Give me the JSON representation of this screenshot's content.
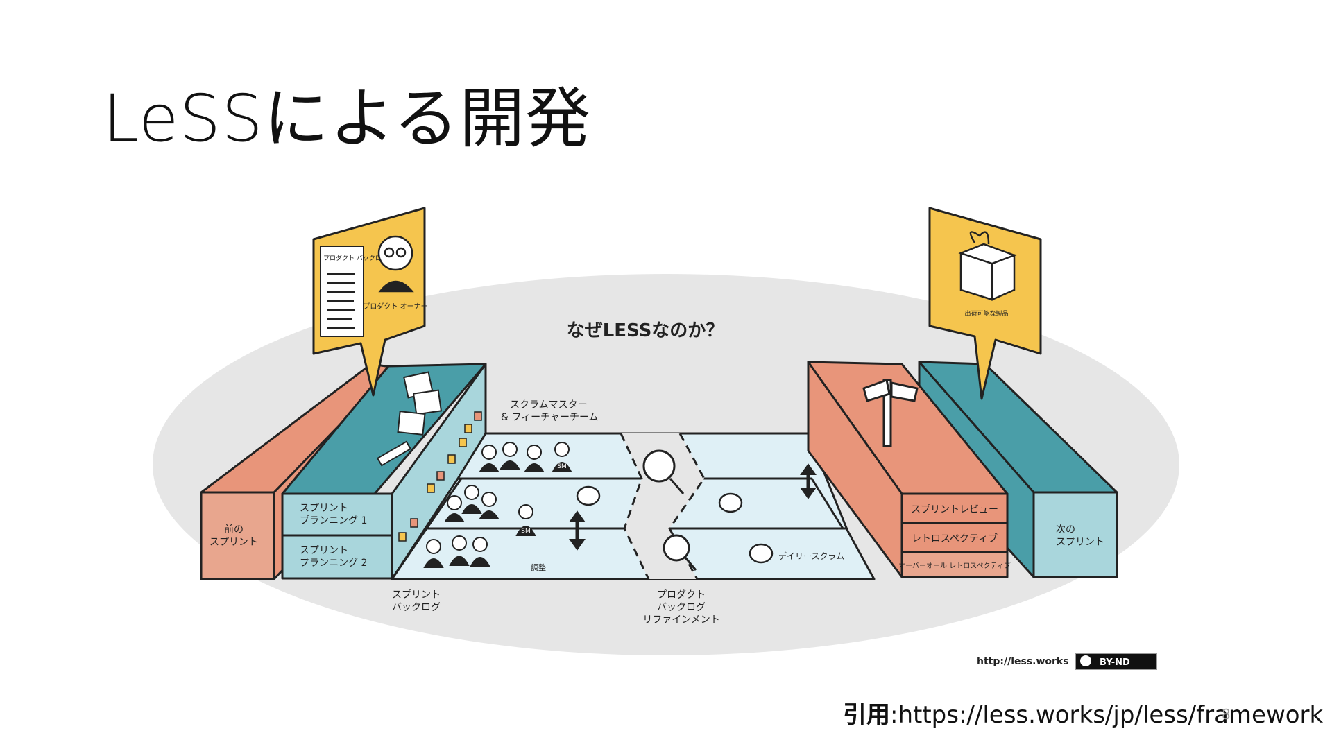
{
  "title": "LeSSによる開発",
  "diagram": {
    "heading": "なぜLESSなのか？",
    "labels": {
      "product_backlog": "プロダクト バックログ",
      "product_owner": "プロダクト オーナー",
      "shippable_product": "出荷可能な製品",
      "scrum_master_teams_1": "スクラムマスター",
      "scrum_master_teams_2": "& フィーチャーチーム",
      "previous_sprint_1": "前の",
      "previous_sprint_2": "スプリント",
      "next_sprint_1": "次の",
      "next_sprint_2": "スプリント",
      "sprint_planning_1_a": "スプリント",
      "sprint_planning_1_b": "プランニング 1",
      "sprint_planning_2_a": "スプリント",
      "sprint_planning_2_b": "プランニング 2",
      "sprint_backlog_1": "スプリント",
      "sprint_backlog_2": "バックログ",
      "pbr_1": "プロダクト",
      "pbr_2": "バックログ",
      "pbr_3": "リファインメント",
      "coordination": "調整",
      "daily_scrum": "デイリースクラム",
      "sprint_review": "スプリントレビュー",
      "retrospective": "レトロスペクティブ",
      "overall_retrospective": "オーバーオール レトロスペクティブ",
      "sm_badge": "SM",
      "site_url": "http://less.works",
      "license": "BY-ND"
    }
  },
  "citation": {
    "prefix": "引用",
    "separator": ":",
    "url": "https://less.works/jp/less/framework"
  },
  "page_number": "8",
  "colors": {
    "ellipse": "#e6e6e6",
    "salmon": "#e8957a",
    "teal": "#4a9ea8",
    "light_teal": "#a9d6dc",
    "pale_blue": "#dff0f6",
    "yellow": "#f5c54e"
  }
}
